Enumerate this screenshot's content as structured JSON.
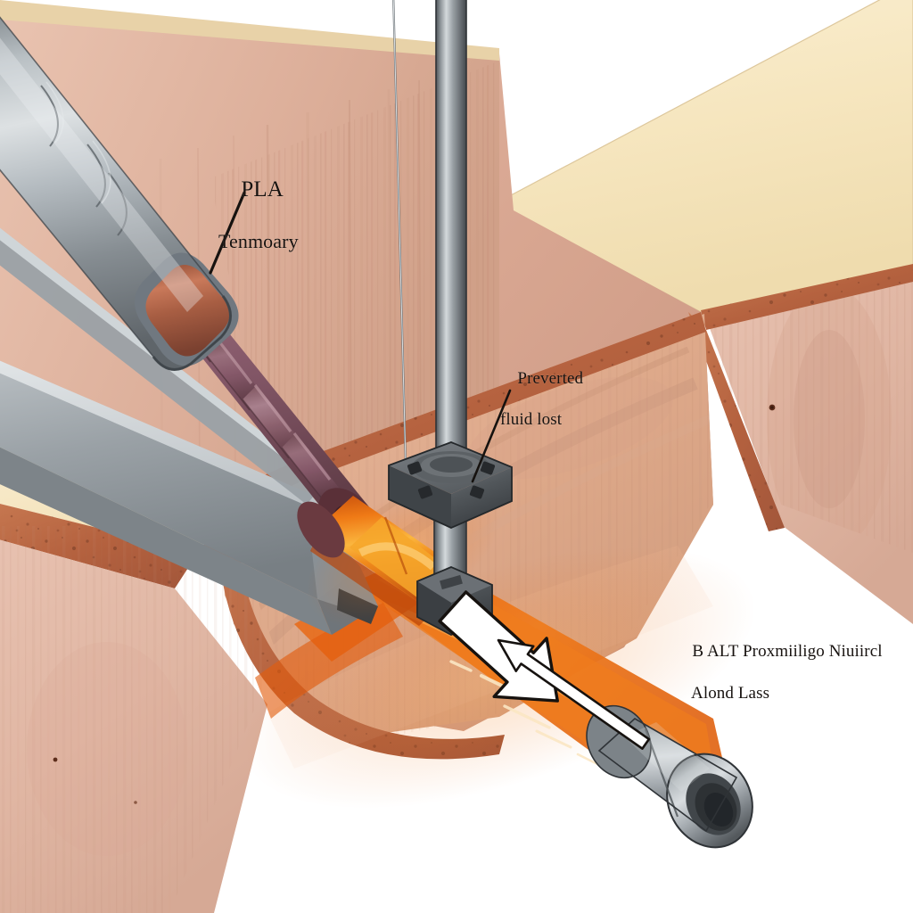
{
  "illustration": {
    "title": "Cutaway technical illustration of a downhole tool in a milled wooden block trench",
    "background_color": "#ffffff"
  },
  "labels": {
    "tool_label": {
      "line1": "PLA",
      "line2": "Tenmoary"
    },
    "seal_label": {
      "line1": "Preverted",
      "line2": "fluid lost"
    },
    "flow_label": {
      "line1": "B ALT Proxmiiligo Niuiircl",
      "line2": "Alond Lass"
    }
  },
  "palette": {
    "background": "#ffffff",
    "wood_top_cream": "#f6e7c2",
    "wood_face_rose": "#dfae9a",
    "wood_face_tan": "#d9a78f",
    "wood_edge_speckle": "#b5623f",
    "wood_trench_floor": "#e0a98f",
    "metal_light": "#d0d3d5",
    "metal_mid": "#9aa0a4",
    "metal_dark": "#5c6165",
    "fitting_dark": "#4a4e52",
    "core_mauve": "#8e6471",
    "core_maroon": "#7a4a55",
    "core_copper": "#b4623f",
    "glow_orange": "#ea6610",
    "glow_yellow": "#f7a92c",
    "arrow_white": "#ffffff",
    "arrow_outline": "#16120f",
    "label_ink": "#17120f"
  },
  "parts": {
    "cutaway_sleeve": "gray cutaway metal sleeve, upper left",
    "disc_stack_core": "stacked mauve sealing discs inside sleeve",
    "channel_rail": "gray U-channel rail carrying the tool",
    "vertical_shaft": "vertical gray shaft descending through block",
    "flange_plate": "square bolted flange plate with four bolts",
    "lower_collar": "lower square collar clamp",
    "glowing_pipe": "bright orange glowing fluid pipe",
    "nozzle_end": "gray cylindrical nozzle at lower right",
    "thin_wire": "thin vertical wire line",
    "flow_arrow_large": "large white down-right arrow",
    "flow_arrow_thin": "thin white up-left outlined arrow",
    "trench": "U-shaped milled trench in wood block"
  }
}
